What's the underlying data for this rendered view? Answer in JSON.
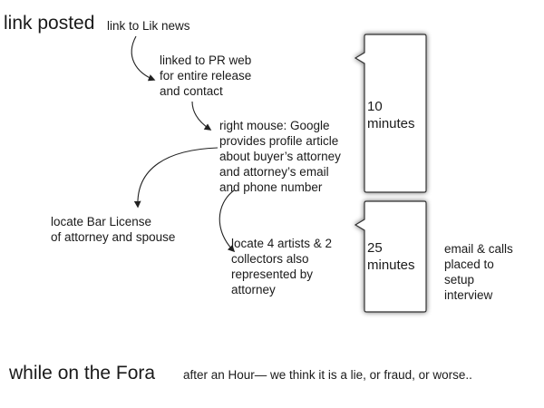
{
  "diagram": {
    "title": "link posted",
    "footer_title": "while on the Fora",
    "footer_note": "after an Hour— we think it is a lie, or fraud, or worse..",
    "steps": [
      {
        "id": "step-1",
        "text": "link to Lik news"
      },
      {
        "id": "step-2",
        "text": "linked to PR web\nfor entire release\nand contact"
      },
      {
        "id": "step-3",
        "text": "right mouse: Google\nprovides profile article\nabout buyer’s attorney\nand attorney’s email\nand phone number"
      },
      {
        "id": "step-4",
        "text": "locate Bar License\nof attorney and spouse"
      },
      {
        "id": "step-5",
        "text": "locate 4 artists & 2\ncollectors also\nrepresented by\nattorney"
      },
      {
        "id": "step-6",
        "text": "email & calls\nplaced to\nsetup\ninterview"
      }
    ],
    "callouts": [
      {
        "id": "callout-1",
        "text": "10\nminutes"
      },
      {
        "id": "callout-2",
        "text": "25\nminutes"
      }
    ]
  }
}
